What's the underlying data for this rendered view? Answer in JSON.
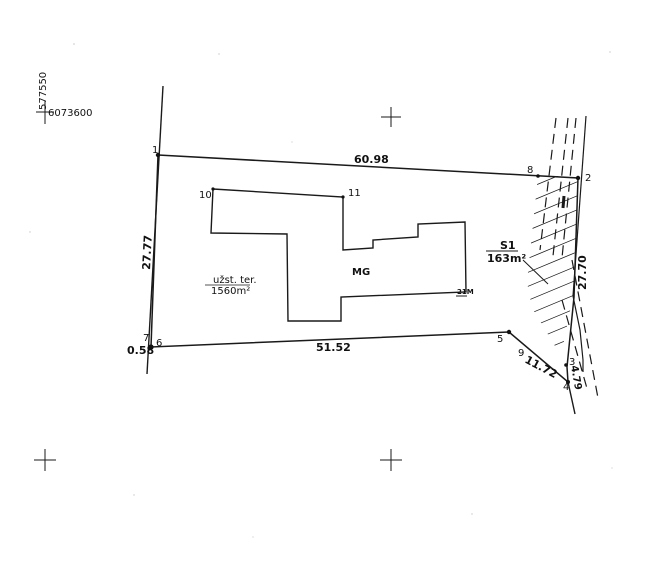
{
  "coords": {
    "easting": "577550",
    "northing": "6073600"
  },
  "points": [
    "1",
    "2",
    "3",
    "4",
    "5",
    "6",
    "7",
    "8",
    "9",
    "10",
    "11"
  ],
  "distances": {
    "d_1_2": "60.98",
    "d_1_6": "27.77",
    "d_6_5": "51.52",
    "d_2_3": "27.70",
    "d_5_4": "11.72",
    "d_3_4": "4.79",
    "d_6_7": "0.58"
  },
  "parcel": {
    "label": "užst. ter.",
    "area": "1560m²"
  },
  "building": {
    "label": "MG",
    "marker": "21M"
  },
  "strip": {
    "label": "S1",
    "area": "163m²"
  }
}
